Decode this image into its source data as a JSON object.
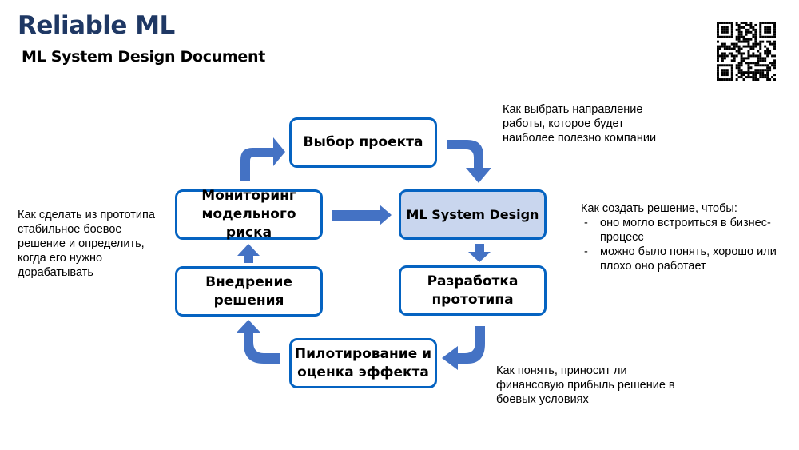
{
  "header": {
    "title": "Reliable ML",
    "subtitle": "ML System Design Document"
  },
  "boxes": {
    "project_choice": "Выбор проекта",
    "monitoring": "Мониторинг модельного риска",
    "ml_system_design": "ML System Design",
    "deployment": "Внедрение решения",
    "prototype": "Разработка прототипа",
    "pilot": "Пилотирование и оценка эффекта"
  },
  "notes": {
    "project_choice": "Как выбрать направление работы, которое будет наиболее полезно компании",
    "ml_system_design_intro": "Как создать решение, чтобы:",
    "ml_system_design_items": [
      "оно могло встроиться в бизнес-процесс",
      "можно было понять, хорошо или плохо оно работает"
    ],
    "pilot": "Как понять, приносит ли финансовую прибыль решение в боевых условиях",
    "monitoring": "Как сделать из прототипа стабильное боевое решение и определить, когда его нужно дорабатывать"
  },
  "colors": {
    "title": "#1f3864",
    "box_border": "#0563c1",
    "arrow": "#4472c4",
    "highlight": "#c9d6ee"
  },
  "qr_code": {
    "icon": "qr-code-icon"
  }
}
